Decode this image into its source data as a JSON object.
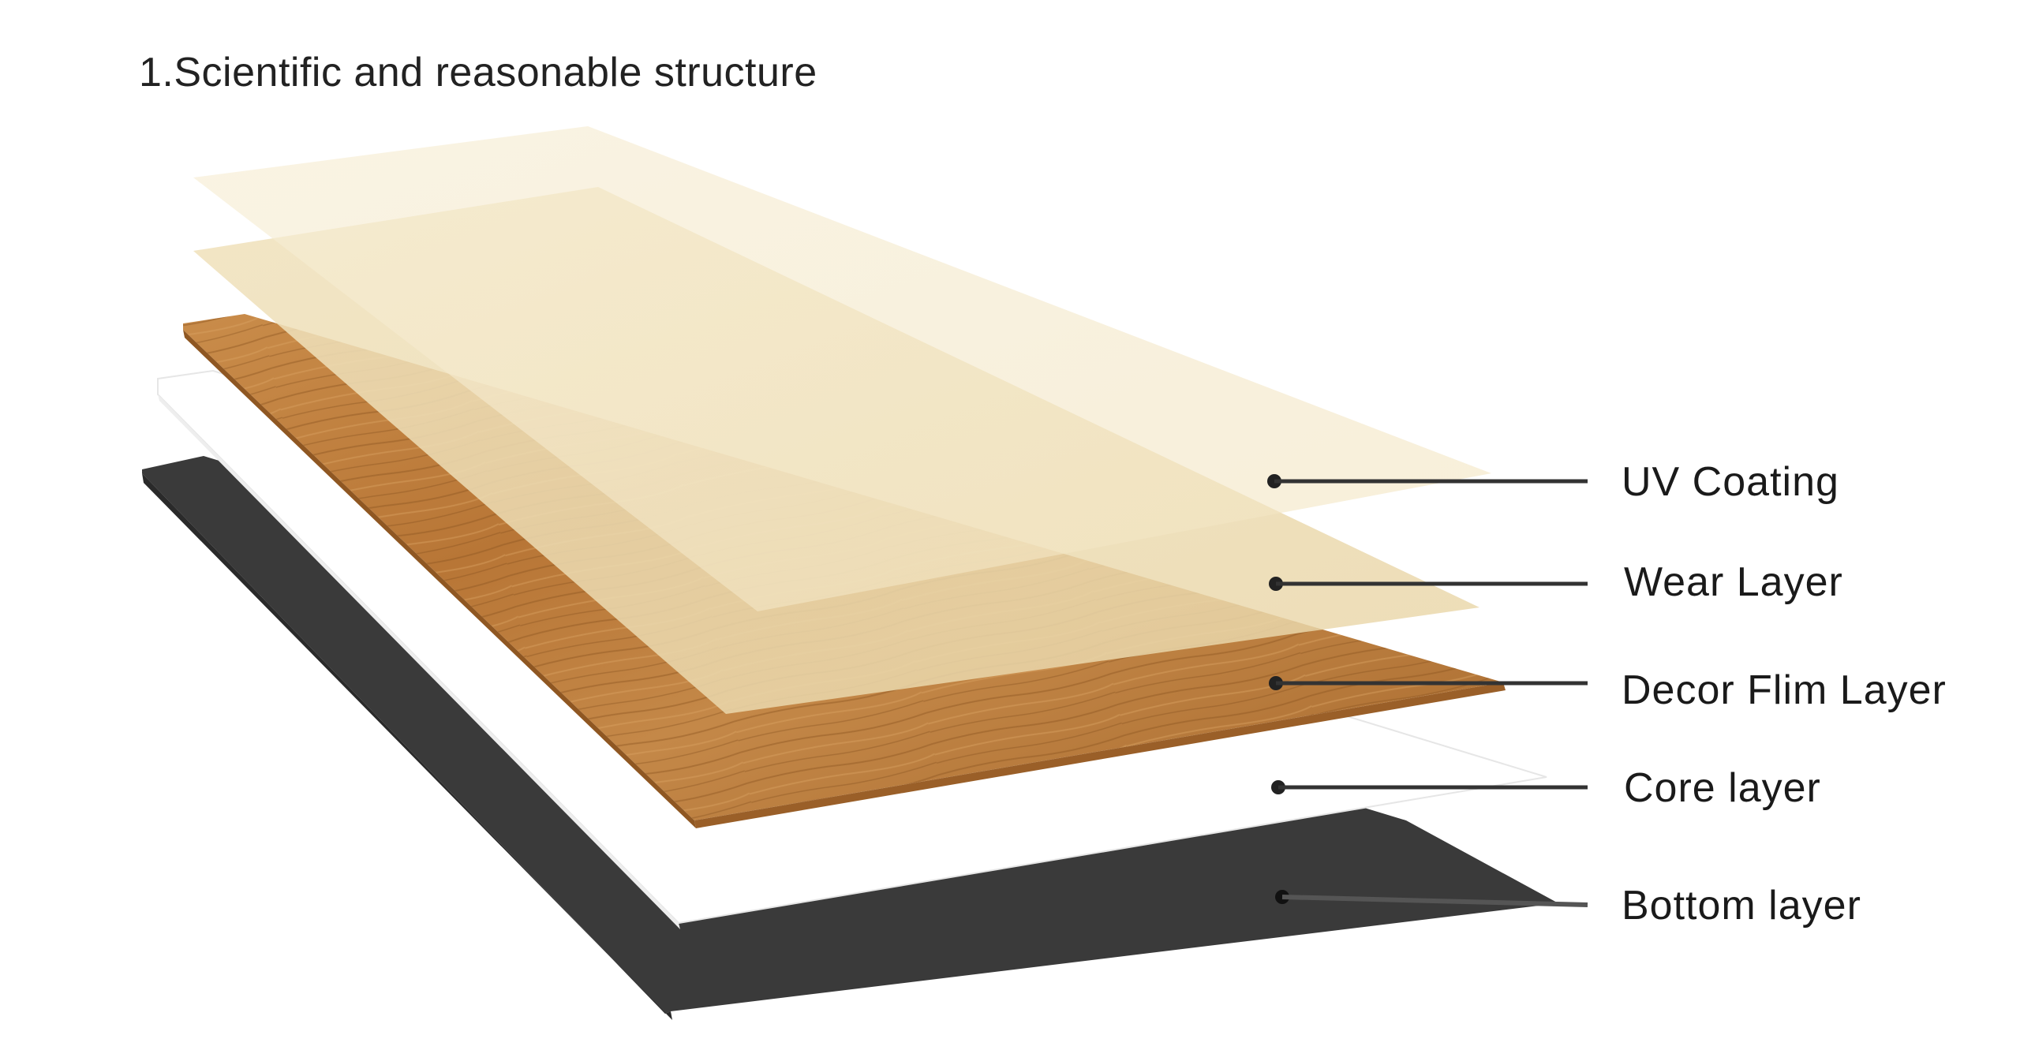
{
  "title": "1.Scientific and reasonable structure",
  "layers": [
    {
      "label": "UV Coating"
    },
    {
      "label": "Wear Layer"
    },
    {
      "label": "Decor Flim Layer"
    },
    {
      "label": "Core layer"
    },
    {
      "label": "Bottom layer"
    }
  ],
  "colors": {
    "bottom_layer": "#3a3a3a",
    "core_layer": "#ffffff",
    "decor_layer": "#b87a3c",
    "wear_layer": "#f1e4c2",
    "uv_coating": "#f6ecd3",
    "leader_line": "#333333",
    "label_text": "#1a1a1a"
  }
}
